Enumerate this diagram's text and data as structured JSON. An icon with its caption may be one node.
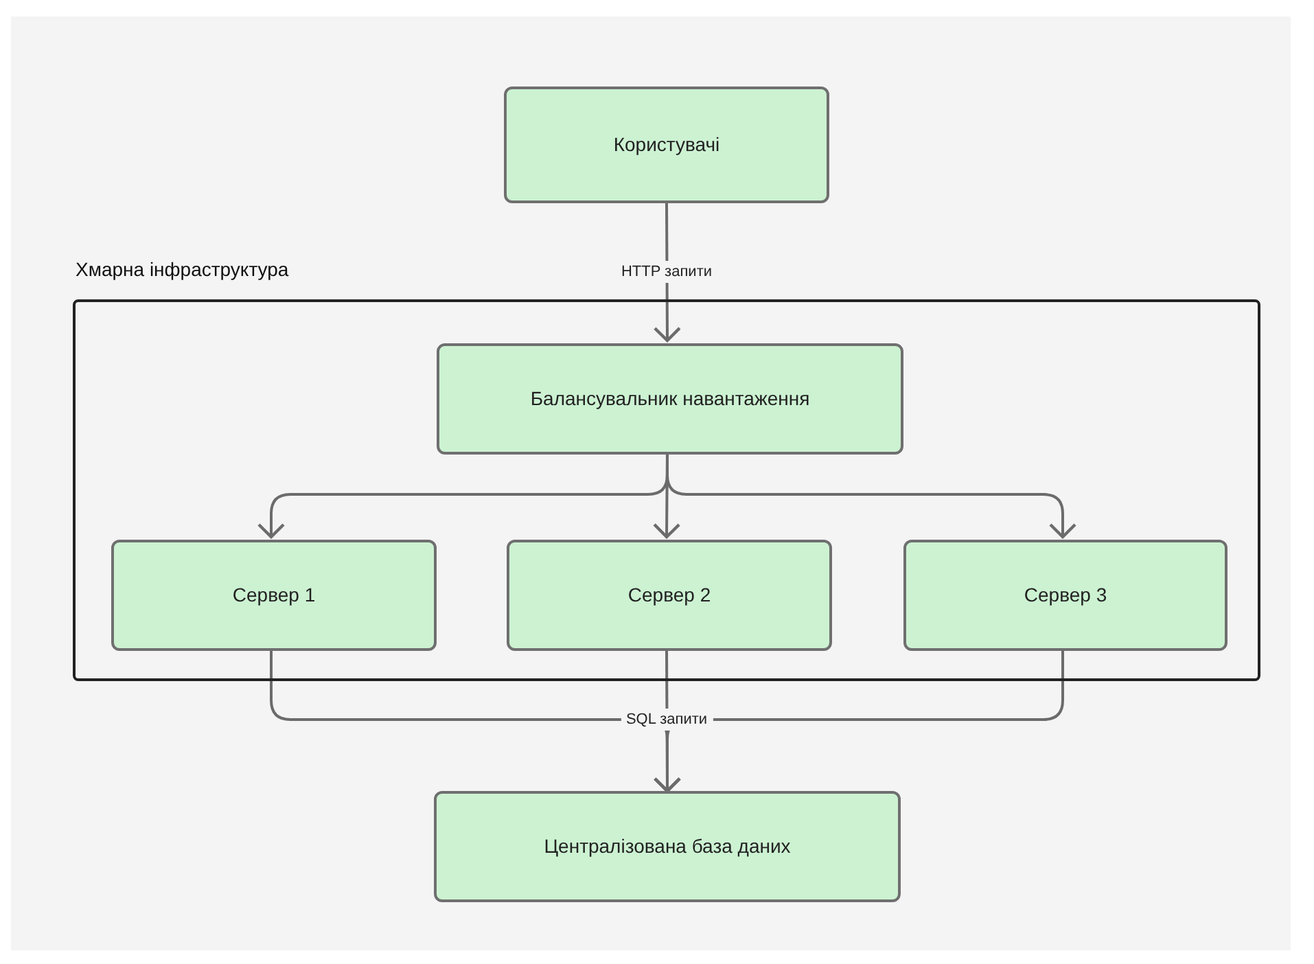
{
  "diagram": {
    "nodes": [
      {
        "text": [
          "Користувачі"
        ]
      },
      {
        "text": [
          "Хмарна інфраструктура"
        ]
      },
      {
        "text": [
          "Балансувальник навантаження"
        ],
        "in": 1
      },
      {
        "text": [
          "Сервер 1"
        ],
        "in": 1
      },
      {
        "text": [
          "Сервер 2"
        ],
        "in": 1
      },
      {
        "text": [
          "Сервер 3"
        ],
        "in": 1
      },
      {
        "text": [
          "Централізована база даних"
        ]
      }
    ],
    "edges": [
      {
        "from": 0,
        "to": 2,
        "arrow": "to",
        "label": "HTTP запити"
      },
      {
        "from": 2,
        "to": 3,
        "arrow": "to"
      },
      {
        "from": 2,
        "to": 4,
        "arrow": "to"
      },
      {
        "from": 2,
        "to": 5,
        "arrow": "to"
      },
      {
        "from": 3,
        "to": 6,
        "arrow": "to"
      },
      {
        "from": 4,
        "to": 6,
        "arrow": "to",
        "label": "SQL запити"
      },
      {
        "from": 5,
        "to": 6,
        "arrow": "to"
      }
    ]
  }
}
